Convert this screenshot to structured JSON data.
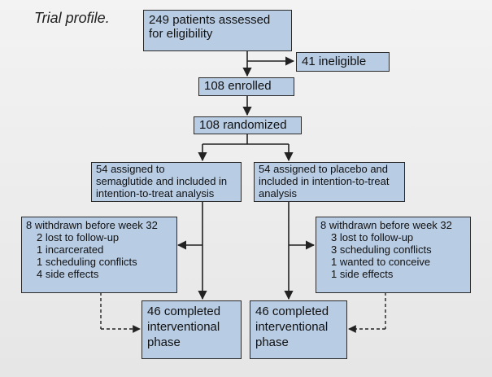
{
  "title": "Trial profile.",
  "boxes": {
    "assessed": [
      "249 patients assessed",
      "for eligibility"
    ],
    "ineligible": [
      "41 ineligible"
    ],
    "enrolled": [
      "108 enrolled"
    ],
    "randomized": [
      "108 randomized"
    ],
    "semaglutide": [
      "54 assigned to",
      "semaglutide and included in",
      "intention-to-treat analysis"
    ],
    "placebo": [
      "54 assigned to placebo and",
      "included in intention-to-treat",
      "analysis"
    ],
    "withdrawn_left": [
      "8 withdrawn before week 32",
      "2 lost to follow-up",
      "1 incarcerated",
      "1 scheduling conflicts",
      "4 side effects"
    ],
    "withdrawn_right": [
      "8 withdrawn before week 32",
      "3 lost to follow-up",
      "3 scheduling conflicts",
      "1 wanted to conceive",
      "1 side effects"
    ],
    "completed_left": [
      "46 completed",
      "interventional",
      "phase"
    ],
    "completed_right": [
      "46 completed",
      "interventional",
      "phase"
    ]
  }
}
